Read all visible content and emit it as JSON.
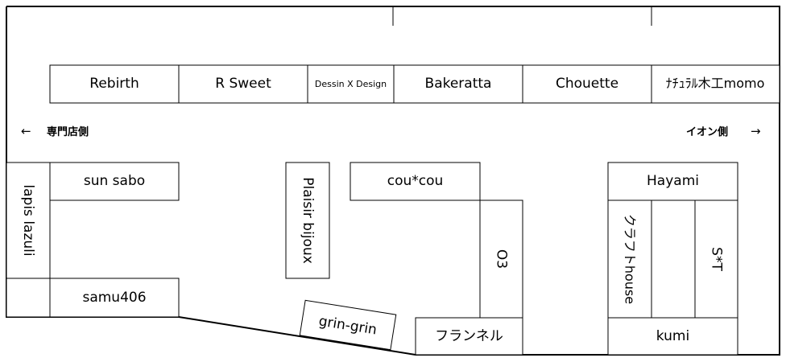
{
  "top_row": {
    "shop_rebirth": "Rebirth",
    "shop_r_sweet": "R Sweet",
    "shop_dessin": "Dessin X Design",
    "shop_bakeratta": "Bakeratta",
    "shop_chouette": "Chouette",
    "shop_momo": "ﾅﾁｭﾗﾙ木工momo"
  },
  "directions": {
    "left_arrow": "←",
    "left_label": "専門店側",
    "right_label": "イオン側",
    "right_arrow": "→"
  },
  "left_block": {
    "lapis": "lapis lazuli",
    "sun_sabo": "sun sabo",
    "samu406": "samu406"
  },
  "middle_block": {
    "plaisir": "Plaisir bijoux",
    "coucou": "cou*cou",
    "o3": "O3",
    "grin": "grin-grin",
    "flannel": "フランネル"
  },
  "right_block": {
    "hayami": "Hayami",
    "craft": "クラフトhouse",
    "st": "S*T",
    "kumi": "kumi"
  }
}
